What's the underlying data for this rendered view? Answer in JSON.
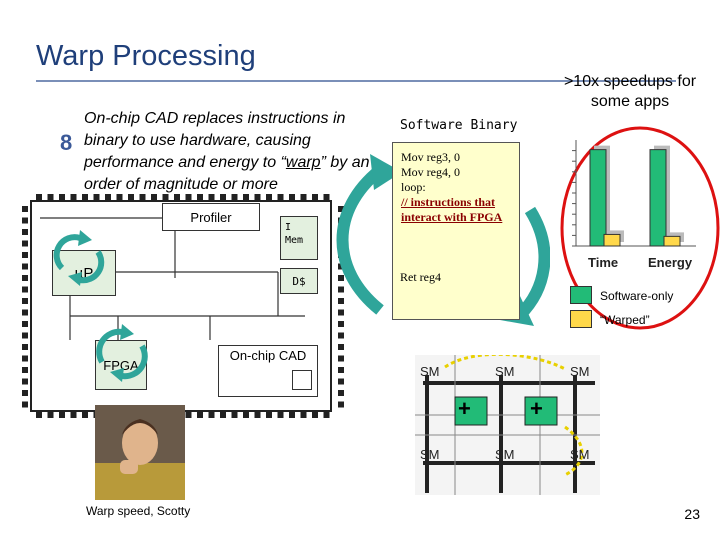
{
  "slide": {
    "title": "Warp Processing",
    "bullet_glyph": "8",
    "blurb_prefix": "On-chip CAD replaces instructions in binary to use hardware, causing performance and energy to “",
    "blurb_warp": "warp",
    "blurb_suffix": "” by an order of magnitude or more",
    "speedups": ">10x speedups for some apps",
    "page_number": "23"
  },
  "chip": {
    "profiler": "Profiler",
    "imem_1": "I",
    "imem_2": "Mem",
    "dcache": "D$",
    "up": "µP",
    "fpga": "FPGA",
    "oncad": "On-chip CAD"
  },
  "photo": {
    "caption": "Warp speed, Scotty"
  },
  "software_binary": {
    "title": "Software Binary",
    "lines": [
      "Mov reg3, 0",
      "Mov reg4, 0",
      "loop:"
    ],
    "highlight": "// instructions that interact with FPGA",
    "last": "Ret reg4"
  },
  "chart_data": {
    "type": "bar",
    "categories": [
      "Time",
      "Energy"
    ],
    "series": [
      {
        "name": "Software-only",
        "values": [
          1.0,
          1.0
        ],
        "color": "#22bb77"
      },
      {
        "name": "“Warped”",
        "values": [
          0.12,
          0.1
        ],
        "color": "#ffd84a"
      }
    ],
    "ylim": [
      0,
      1.1
    ],
    "legend": "bottom-right"
  },
  "fpga_grid": {
    "sm_label": "SM",
    "plus": "+"
  },
  "colors": {
    "title": "#1f3f7a",
    "block": "#e3f0df",
    "binary": "#ffffcc",
    "ellipse": "#dd1111",
    "arrow": "#2fa59a"
  }
}
